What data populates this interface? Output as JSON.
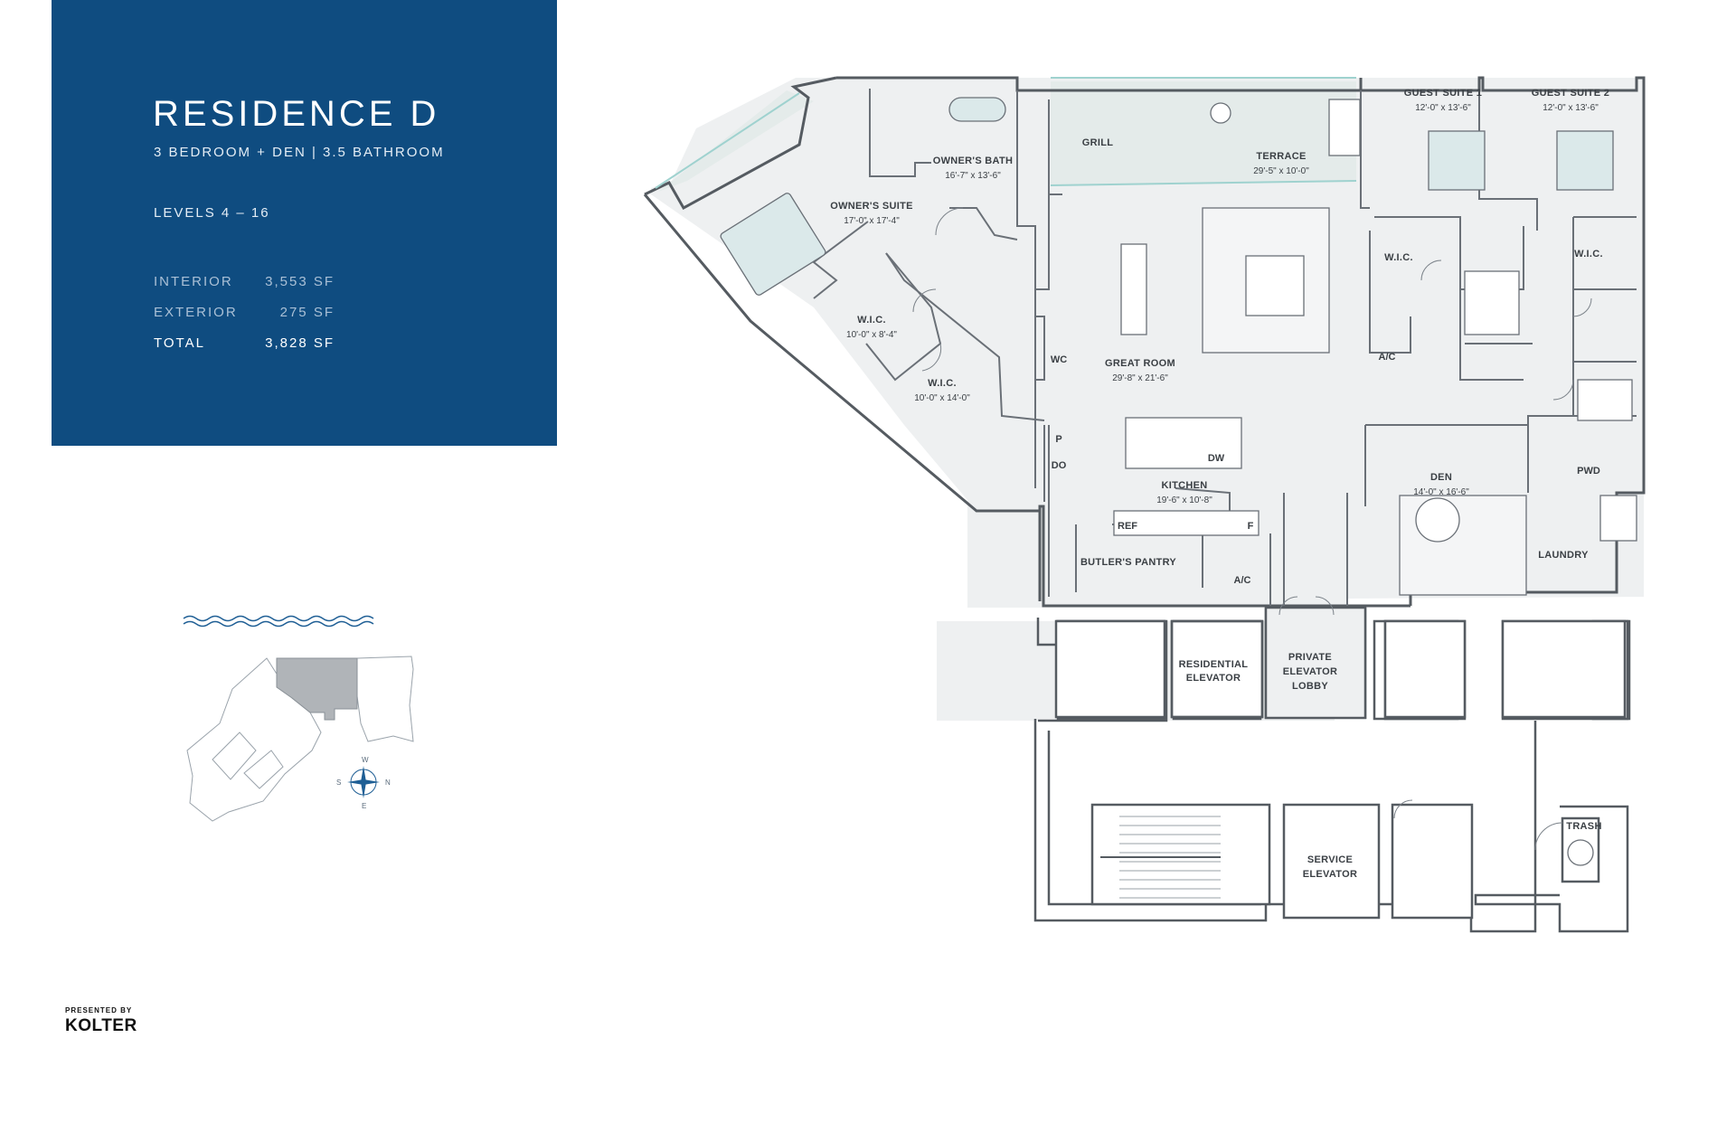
{
  "residence": {
    "title": "RESIDENCE D",
    "subtitle": "3 BEDROOM + DEN | 3.5 BATHROOM",
    "levels": "LEVELS 4 – 16",
    "stats": [
      {
        "label": "INTERIOR",
        "value": "3,553 SF"
      },
      {
        "label": "EXTERIOR",
        "value": "275 SF"
      },
      {
        "label": "TOTAL",
        "value": "3,828 SF"
      }
    ]
  },
  "compass": {
    "n": "N",
    "s": "S",
    "e": "E",
    "w": "W"
  },
  "presented_by": "PRESENTED BY",
  "brand": "KOLTER",
  "rooms": {
    "owners_bath": {
      "name": "OWNER'S BATH",
      "dim": "16'-7\" x 13'-6\""
    },
    "owners_suite": {
      "name": "OWNER'S SUITE",
      "dim": "17'-0\" x 17'-4\""
    },
    "grill": {
      "name": "GRILL"
    },
    "terrace": {
      "name": "TERRACE",
      "dim": "29'-5\" x 10'-0\""
    },
    "guest_suite_1": {
      "name": "GUEST SUITE 1",
      "dim": "12'-0\" x 13'-6\""
    },
    "guest_suite_2": {
      "name": "GUEST SUITE 2",
      "dim": "12'-0\" x 13'-6\""
    },
    "wic_guest_1": {
      "name": "W.I.C."
    },
    "wic_guest_2": {
      "name": "W.I.C."
    },
    "wic_1": {
      "name": "W.I.C.",
      "dim": "10'-0\" x 8'-4\""
    },
    "wic_2": {
      "name": "W.I.C.",
      "dim": "10'-0\" x 14'-0\""
    },
    "wc": {
      "name": "WC"
    },
    "great_room": {
      "name": "GREAT ROOM",
      "dim": "29'-8\" x 21'-6\""
    },
    "ac_1": {
      "name": "A/C"
    },
    "ac_2": {
      "name": "A/C"
    },
    "pantry_p": {
      "name": "P"
    },
    "pantry_do": {
      "name": "DO"
    },
    "dw": {
      "name": "DW"
    },
    "kitchen": {
      "name": "KITCHEN",
      "dim": "19'-6\" x 10'-8\""
    },
    "ref": {
      "name": "REF"
    },
    "freezer": {
      "name": "F"
    },
    "den": {
      "name": "DEN",
      "dim": "14'-0\" x 16'-6\""
    },
    "pwd": {
      "name": "PWD"
    },
    "laundry": {
      "name": "LAUNDRY"
    },
    "butlers_pantry": {
      "name": "BUTLER'S PANTRY"
    },
    "residential_elevator": {
      "line1": "RESIDENTIAL",
      "line2": "ELEVATOR"
    },
    "private_elevator_lobby": {
      "line1": "PRIVATE",
      "line2": "ELEVATOR",
      "line3": "LOBBY"
    },
    "service_elevator": {
      "line1": "SERVICE",
      "line2": "ELEVATOR"
    },
    "trash": {
      "name": "TRASH"
    }
  }
}
